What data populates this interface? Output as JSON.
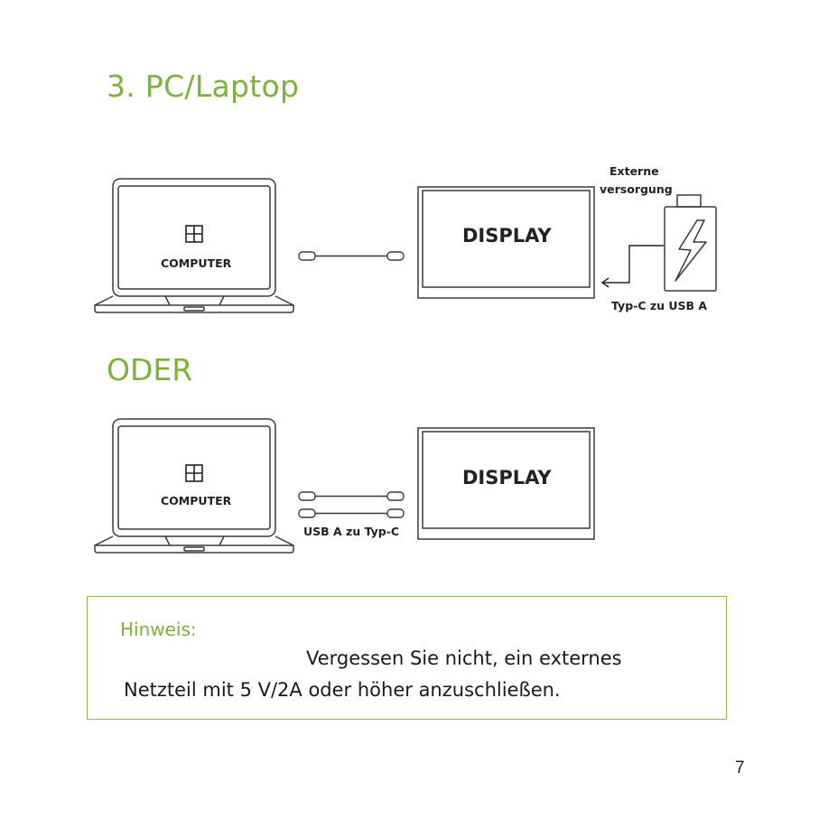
{
  "page": {
    "title": "3. PC/Laptop",
    "alternative": "ODER",
    "page_number": "7"
  },
  "diagram1": {
    "computer_label": "COMPUTER",
    "display_label": "DISPLAY",
    "power_label_line1": "Externe",
    "power_label_line2": "versorgung",
    "cable_label": "Typ-C zu USB A"
  },
  "diagram2": {
    "computer_label": "COMPUTER",
    "display_label": "DISPLAY",
    "cable_label": "USB A zu Typ-C"
  },
  "note": {
    "label": "Hinweis:",
    "line1": "Vergessen Sie nicht, ein externes",
    "line2": "Netzteil mit 5 V/2A oder höher anzuschließen."
  },
  "colors": {
    "accent": "#7cb23a",
    "note_border": "#8cc04a",
    "line": "#3a3a3a"
  }
}
